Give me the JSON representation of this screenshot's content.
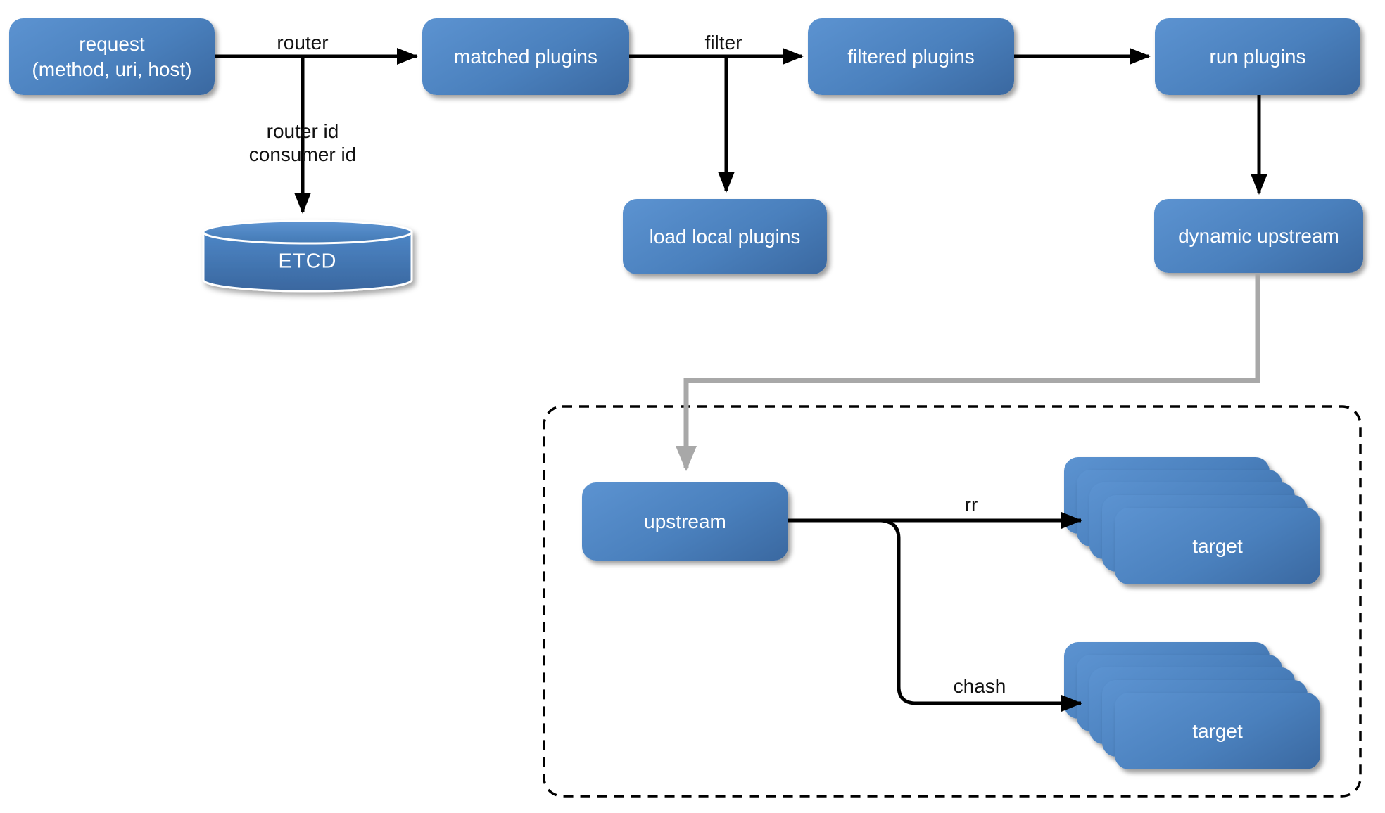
{
  "diagram": {
    "background": "#ffffff",
    "node_fill_light": "#5c93d1",
    "node_fill_dark": "#3a68a0",
    "node_text_color": "#ffffff",
    "edge_color": "#000000",
    "muted_edge_color": "#a8a8a8",
    "nodes": {
      "request": {
        "line1": "request",
        "line2": "(method, uri, host)"
      },
      "matched_plugins": {
        "label": "matched plugins"
      },
      "filtered_plugins": {
        "label": "filtered plugins"
      },
      "run_plugins": {
        "label": "run plugins"
      },
      "load_local_plugins": {
        "label": "load local plugins"
      },
      "dynamic_upstream": {
        "label": "dynamic upstream"
      },
      "etcd": {
        "label": "ETCD"
      },
      "upstream": {
        "label": "upstream"
      },
      "target_rr": {
        "label": "target"
      },
      "target_chash": {
        "label": "target"
      }
    },
    "edge_labels": {
      "router": "router",
      "router_id": "router id",
      "consumer_id": "consumer id",
      "filter": "filter",
      "rr": "rr",
      "chash": "chash"
    }
  }
}
